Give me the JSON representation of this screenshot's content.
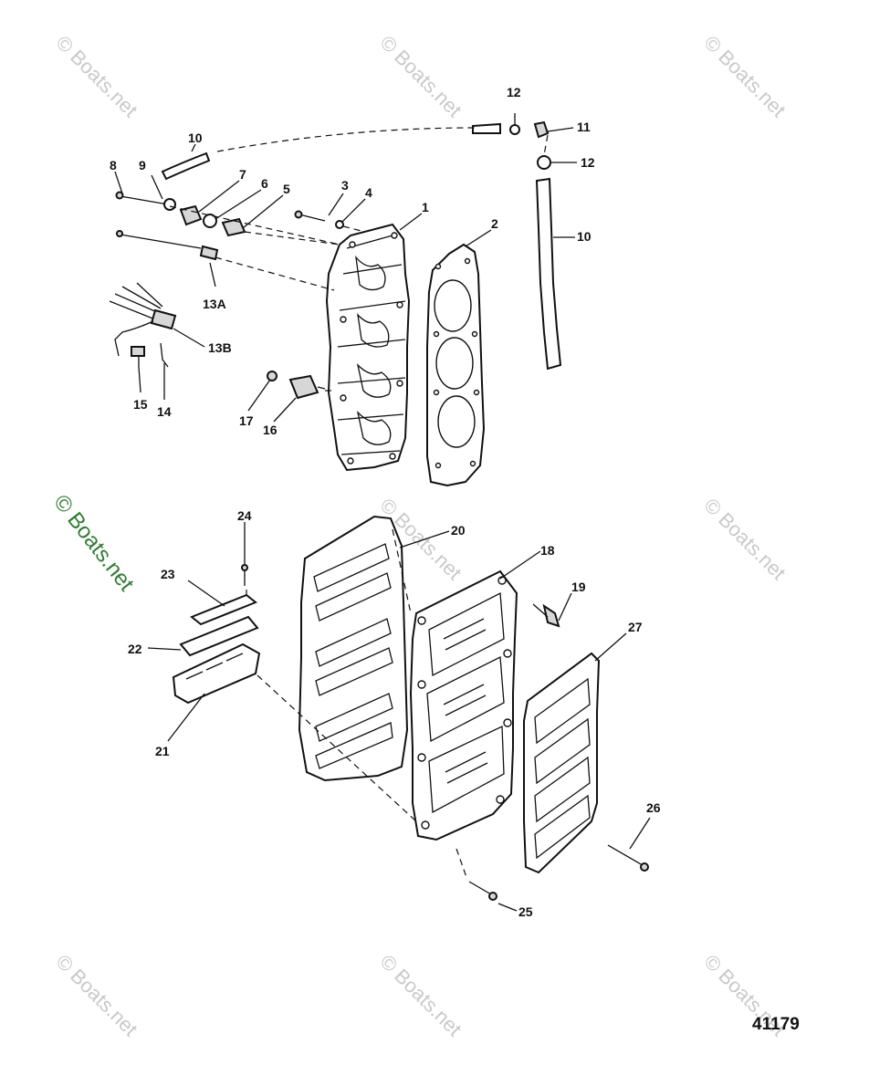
{
  "diagram": {
    "figure_number": "41179",
    "watermark_text": "© Boats.net",
    "callouts": {
      "c1": "1",
      "c2": "2",
      "c3": "3",
      "c4": "4",
      "c5": "5",
      "c6": "6",
      "c7": "7",
      "c8": "8",
      "c9": "9",
      "c10a": "10",
      "c10b": "10",
      "c11": "11",
      "c12a": "12",
      "c12b": "12",
      "c13a": "13A",
      "c13b": "13B",
      "c14": "14",
      "c15": "15",
      "c16": "16",
      "c17": "17",
      "c18": "18",
      "c19": "19",
      "c20": "20",
      "c21": "21",
      "c22": "22",
      "c23": "23",
      "c24": "24",
      "c25": "25",
      "c26": "26",
      "c27": "27"
    }
  },
  "colors": {
    "line": "#111111",
    "watermark": "#c9c9c9",
    "watermark_main": "#2e7d32"
  }
}
